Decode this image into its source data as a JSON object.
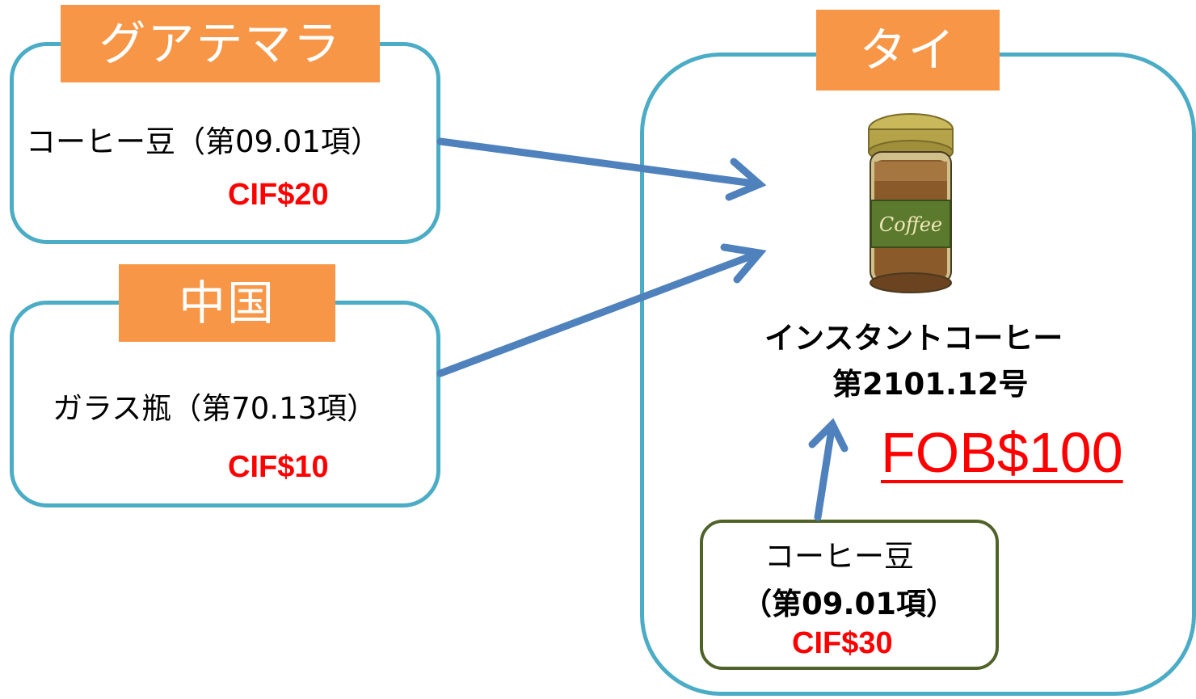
{
  "colors": {
    "box_border": "#4BACC6",
    "tag_fill": "#F79646",
    "arrow": "#4F81BD",
    "price": "#FF0000",
    "inner_box_border": "#4F6228"
  },
  "guatemala": {
    "tag": "グアテマラ",
    "item": "コーヒー豆（第09.01項）",
    "price": "CIF$20"
  },
  "china": {
    "tag": "中国",
    "item": "ガラス瓶（第70.13項）",
    "price": "CIF$10"
  },
  "thailand": {
    "tag": "タイ",
    "product_icon": "coffee-jar-icon",
    "jar_label": "Coffee",
    "product_name": "インスタントコーヒー",
    "product_code": "第2101.12号",
    "fob_price": "FOB$100",
    "local_input": {
      "item": "コーヒー豆",
      "heading": "（第09.01項）",
      "price": "CIF$30"
    }
  }
}
